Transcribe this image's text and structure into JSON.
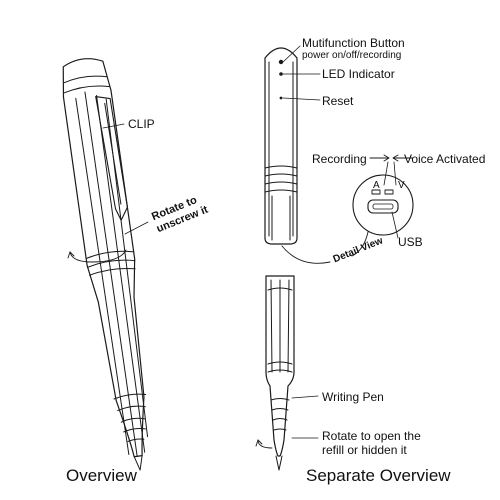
{
  "labels": {
    "clip": "CLIP",
    "rotate_unscrew": [
      "Rotate to",
      "unscrew it"
    ],
    "multifunction_button": "Mutifunction Button",
    "multifunction_sub": "power on/off/recording",
    "led_indicator": "LED Indicator",
    "reset": "Reset",
    "recording": "Recording",
    "voice_activated": "Voice Activated",
    "switch_a": "A",
    "switch_v": "V",
    "detail_view": "Detail View",
    "usb": "USB",
    "writing_pen": "Writing Pen",
    "rotate_refill": [
      "Rotate to open the",
      "refill or hidden it"
    ]
  },
  "captions": {
    "overview": "Overview",
    "separate_overview": "Separate Overview"
  }
}
